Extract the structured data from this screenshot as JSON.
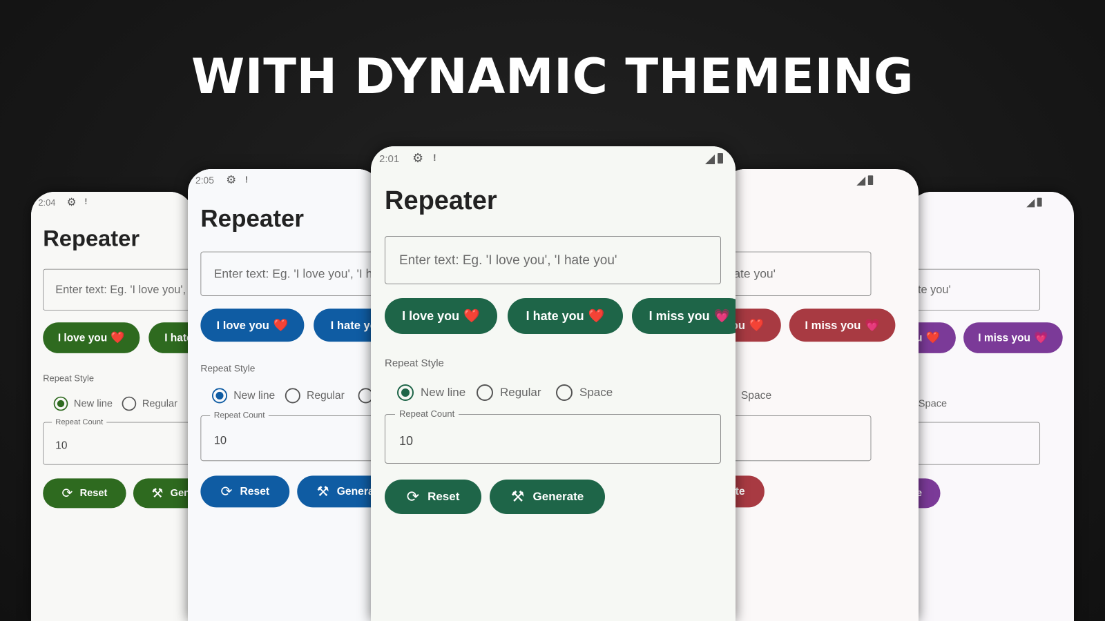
{
  "headline": "WITH DYNAMIC THEMEING",
  "app": {
    "title": "Repeater",
    "input_placeholder": "Enter text: Eg. 'I love you', 'I hate you'",
    "chips": [
      {
        "label": "I love you",
        "heart": "❤️"
      },
      {
        "label": "I hate you",
        "heart": "❤️"
      },
      {
        "label": "I miss you",
        "heart": "💗"
      }
    ],
    "repeat_style_label": "Repeat Style",
    "radio_options": [
      "New line",
      "Regular",
      "Space"
    ],
    "selected_option": "New line",
    "count_label": "Repeat Count",
    "count_value": "10",
    "reset_label": "Reset",
    "generate_label": "Generate",
    "icons": {
      "reset": "refresh-icon",
      "generate": "magic-wand-icon",
      "settings": "gear-icon"
    }
  },
  "phones": [
    {
      "id": "green-left",
      "status_time": "2:04",
      "accent": "#2e6a1f",
      "background": "#f8f8f6"
    },
    {
      "id": "blue",
      "status_time": "2:05",
      "accent": "#0f5ca3",
      "background": "#f8f9fb"
    },
    {
      "id": "red",
      "status_time": "",
      "accent": "#a83a42",
      "background": "#fbf8f8"
    },
    {
      "id": "purple",
      "status_time": "",
      "accent": "#7b3a98",
      "background": "#faf8fb"
    },
    {
      "id": "green-center",
      "status_time": "2:01",
      "accent": "#1e6548",
      "background": "#f6f8f4"
    }
  ]
}
